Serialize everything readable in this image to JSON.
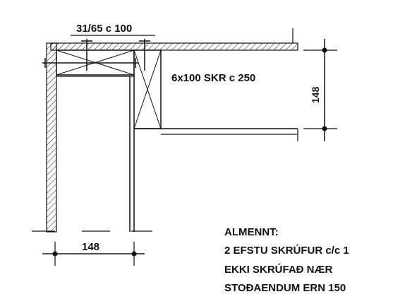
{
  "annotations": {
    "screw_spec": "31/65 c 100",
    "batten_spec": "6x100 SKR c 250",
    "dim_vertical": "148",
    "dim_horizontal": "148"
  },
  "notes": {
    "heading": "ALMENNT:",
    "line1": "2 EFSTU SKRÚFUR c/c 1",
    "line2": "EKKI SKRÚFAÐ NÆR",
    "line3": "STOÐAENDUM ERN 150"
  }
}
